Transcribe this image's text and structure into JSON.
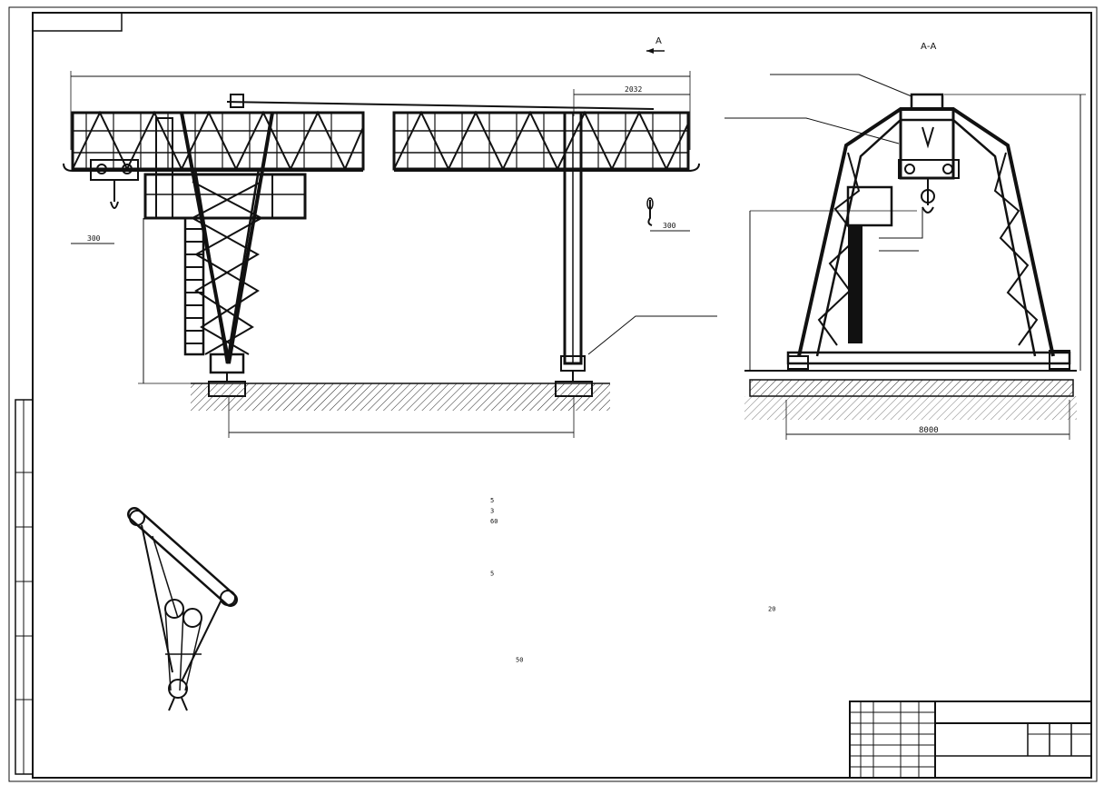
{
  "drawing": {
    "view_label_a": "A",
    "view_label_aa": "А-А",
    "front_view": {
      "dim_total": "",
      "dim_top_right": "2032",
      "dim_left_overhang": "300",
      "dim_right_overhang": "300",
      "dim_span": "",
      "dim_height": "",
      "leader_label": ""
    },
    "side_view": {
      "leader_1": "",
      "leader_2": "",
      "leader_3": "",
      "leader_4": "",
      "dim_height_left": "",
      "dim_height_right": "",
      "dim_base": "8000"
    }
  },
  "scheme": {
    "title": ""
  },
  "tech_table": {
    "title": "",
    "rows": [
      {
        "label": "",
        "value": "5"
      },
      {
        "label": "",
        "value": "3"
      },
      {
        "label": "",
        "value": "60"
      },
      {
        "label": "",
        "value": ""
      },
      {
        "label": "",
        "value": ""
      },
      {
        "label": "",
        "value": ""
      },
      {
        "label": "",
        "value": ""
      },
      {
        "label": "",
        "value": "5"
      },
      {
        "label": "",
        "value": ""
      },
      {
        "label": "",
        "value": ""
      },
      {
        "label": "",
        "value": ""
      }
    ],
    "rows2": [
      {
        "label": "",
        "value": ""
      },
      {
        "label": "",
        "value": ""
      },
      {
        "label": "",
        "value": ""
      },
      {
        "label": "",
        "value": "50"
      },
      {
        "label": "",
        "value": ""
      },
      {
        "label": "",
        "value": ""
      },
      {
        "label": "",
        "value": ""
      },
      {
        "label": "",
        "value": ""
      },
      {
        "label": "",
        "value": ""
      },
      {
        "label": "",
        "value": ""
      },
      {
        "label": "",
        "value": ""
      },
      {
        "label": "",
        "value": ""
      }
    ]
  },
  "mid_table": {
    "title": "",
    "rows": [
      {
        "label": "",
        "value": ""
      },
      {
        "label": "",
        "value": ""
      },
      {
        "label": "",
        "value": ""
      },
      {
        "label": "",
        "value": ""
      },
      {
        "label": "",
        "value": ""
      },
      {
        "label": "",
        "value": ""
      },
      {
        "label": "",
        "value": ""
      },
      {
        "label": "",
        "value": ""
      },
      {
        "label": "",
        "value": ""
      },
      {
        "label": "",
        "value": "20"
      }
    ]
  },
  "notes": {
    "title": "",
    "line1": "",
    "line2": ""
  },
  "right_table": {
    "title": "",
    "rows": [
      {
        "label": "",
        "value": ""
      },
      {
        "label": "",
        "value": ""
      },
      {
        "label": "",
        "value": ""
      },
      {
        "label": "",
        "value": ""
      },
      {
        "label": "",
        "value": ""
      },
      {
        "label": "",
        "value": ""
      },
      {
        "label": "",
        "value": ""
      },
      {
        "label": "",
        "value": ""
      },
      {
        "label": "",
        "value": ""
      },
      {
        "label": "",
        "value": ""
      },
      {
        "label": "",
        "value": ""
      },
      {
        "label": "",
        "value": ""
      },
      {
        "label": "",
        "value": ""
      },
      {
        "label": "",
        "value": ""
      },
      {
        "label": "",
        "value": ""
      },
      {
        "label": "",
        "value": ""
      },
      {
        "label": "",
        "value": ""
      },
      {
        "label": "",
        "value": ""
      },
      {
        "label": "",
        "value": ""
      },
      {
        "label": "",
        "value": ""
      }
    ]
  },
  "title_block": {
    "sheet_cells": [
      "",
      "",
      ""
    ]
  }
}
